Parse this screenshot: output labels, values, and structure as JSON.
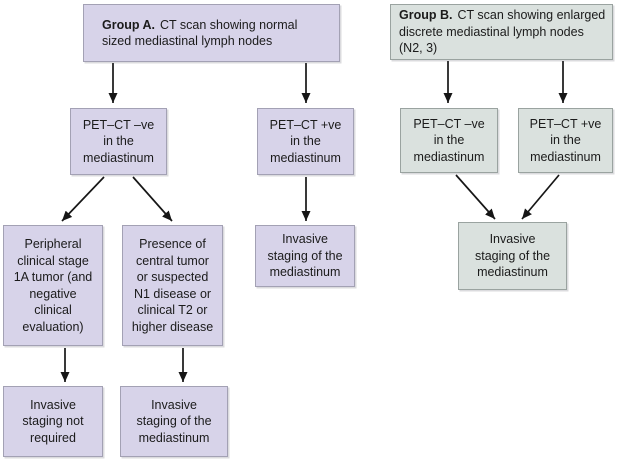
{
  "diagram": {
    "colors": {
      "group_a_fill": "#d7d3e9",
      "group_b_fill": "#dae1de",
      "arrow": "#161616",
      "text": "#1b1b1b"
    },
    "group_a": {
      "header": {
        "bold": "Group A.",
        "rest": [
          "CT scan showing normal",
          "sized mediastinal lymph nodes"
        ]
      },
      "pet_negative": [
        "PET–CT –ve",
        "in the",
        "mediastinum"
      ],
      "pet_positive": [
        "PET–CT +ve",
        "in the",
        "mediastinum"
      ],
      "peripheral": [
        "Peripheral",
        "clinical stage",
        "1A tumor (and",
        "negative",
        "clinical",
        "evaluation)"
      ],
      "central": [
        "Presence of",
        "central tumor",
        "or suspected",
        "N1 disease or",
        "clinical T2 or",
        "higher disease"
      ],
      "invasive_mid": [
        "Invasive",
        "staging of the",
        "mediastinum"
      ],
      "not_required": [
        "Invasive",
        "staging not",
        "required"
      ],
      "invasive_bottom": [
        "Invasive",
        "staging of the",
        "mediastinum"
      ]
    },
    "group_b": {
      "header": {
        "bold": "Group B.",
        "rest": [
          "CT scan showing enlarged",
          "discrete mediastinal lymph nodes",
          "(N2, 3)"
        ]
      },
      "pet_negative": [
        "PET–CT –ve",
        "in the",
        "mediastinum"
      ],
      "pet_positive": [
        "PET–CT +ve",
        "in the",
        "mediastinum"
      ],
      "invasive": [
        "Invasive",
        "staging of the",
        "mediastinum"
      ]
    }
  }
}
